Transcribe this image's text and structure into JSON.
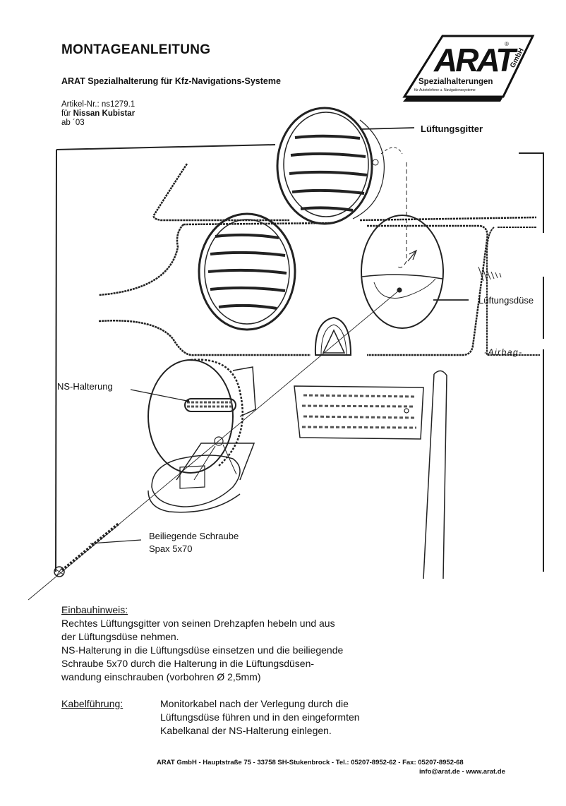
{
  "header": {
    "title": "MONTAGEANLEITUNG",
    "subtitle": "ARAT Spezialhalterung für Kfz-Navigations-Systeme",
    "article_label": "Artikel-Nr.:",
    "article_number": "ns1279.1",
    "for_prefix": "für",
    "vehicle": "Nissan Kubistar",
    "year": "ab ´03"
  },
  "logo": {
    "brand": "ARAT",
    "suffix": "GmbH",
    "registered": "®",
    "tagline": "Spezialhalterungen",
    "sub_tagline": "für Autotelefone u. Navigationssysteme"
  },
  "drawing": {
    "labels": {
      "vent_grille": "Lüftungsgitter",
      "vent_nozzle": "Lüftungsdüse",
      "airbag": "-Airbag-",
      "holder": "NS-Halterung",
      "screw_line1": "Beiliegende Schraube",
      "screw_line2": "Spax 5x70"
    }
  },
  "instructions": {
    "heading": "Einbauhinweis:",
    "lines": [
      "Rechtes Lüftungsgitter von seinen Drehzapfen hebeln und aus",
      "der Lüftungsdüse nehmen.",
      "NS-Halterung in die Lüftungsdüse einsetzen und die beiliegende",
      "Schraube 5x70 durch die Halterung in die Lüftungsdüsen-",
      "wandung einschrauben (vorbohren Ø 2,5mm)"
    ]
  },
  "cable_routing": {
    "heading": "Kabelführung:",
    "lines": [
      "Monitorkabel nach der Verlegung durch die",
      "Lüftungsdüse führen und in den eingeformten",
      "Kabelkanal der NS-Halterung einlegen."
    ]
  },
  "footer": {
    "line1": "ARAT GmbH  -  Hauptstraße 75  -  33758 SH-Stukenbrock  -  Tel.: 05207-8952-62  -  Fax: 05207-8952-68",
    "email": "info@arat.de",
    "separator": "-",
    "website": "www.arat.de"
  }
}
